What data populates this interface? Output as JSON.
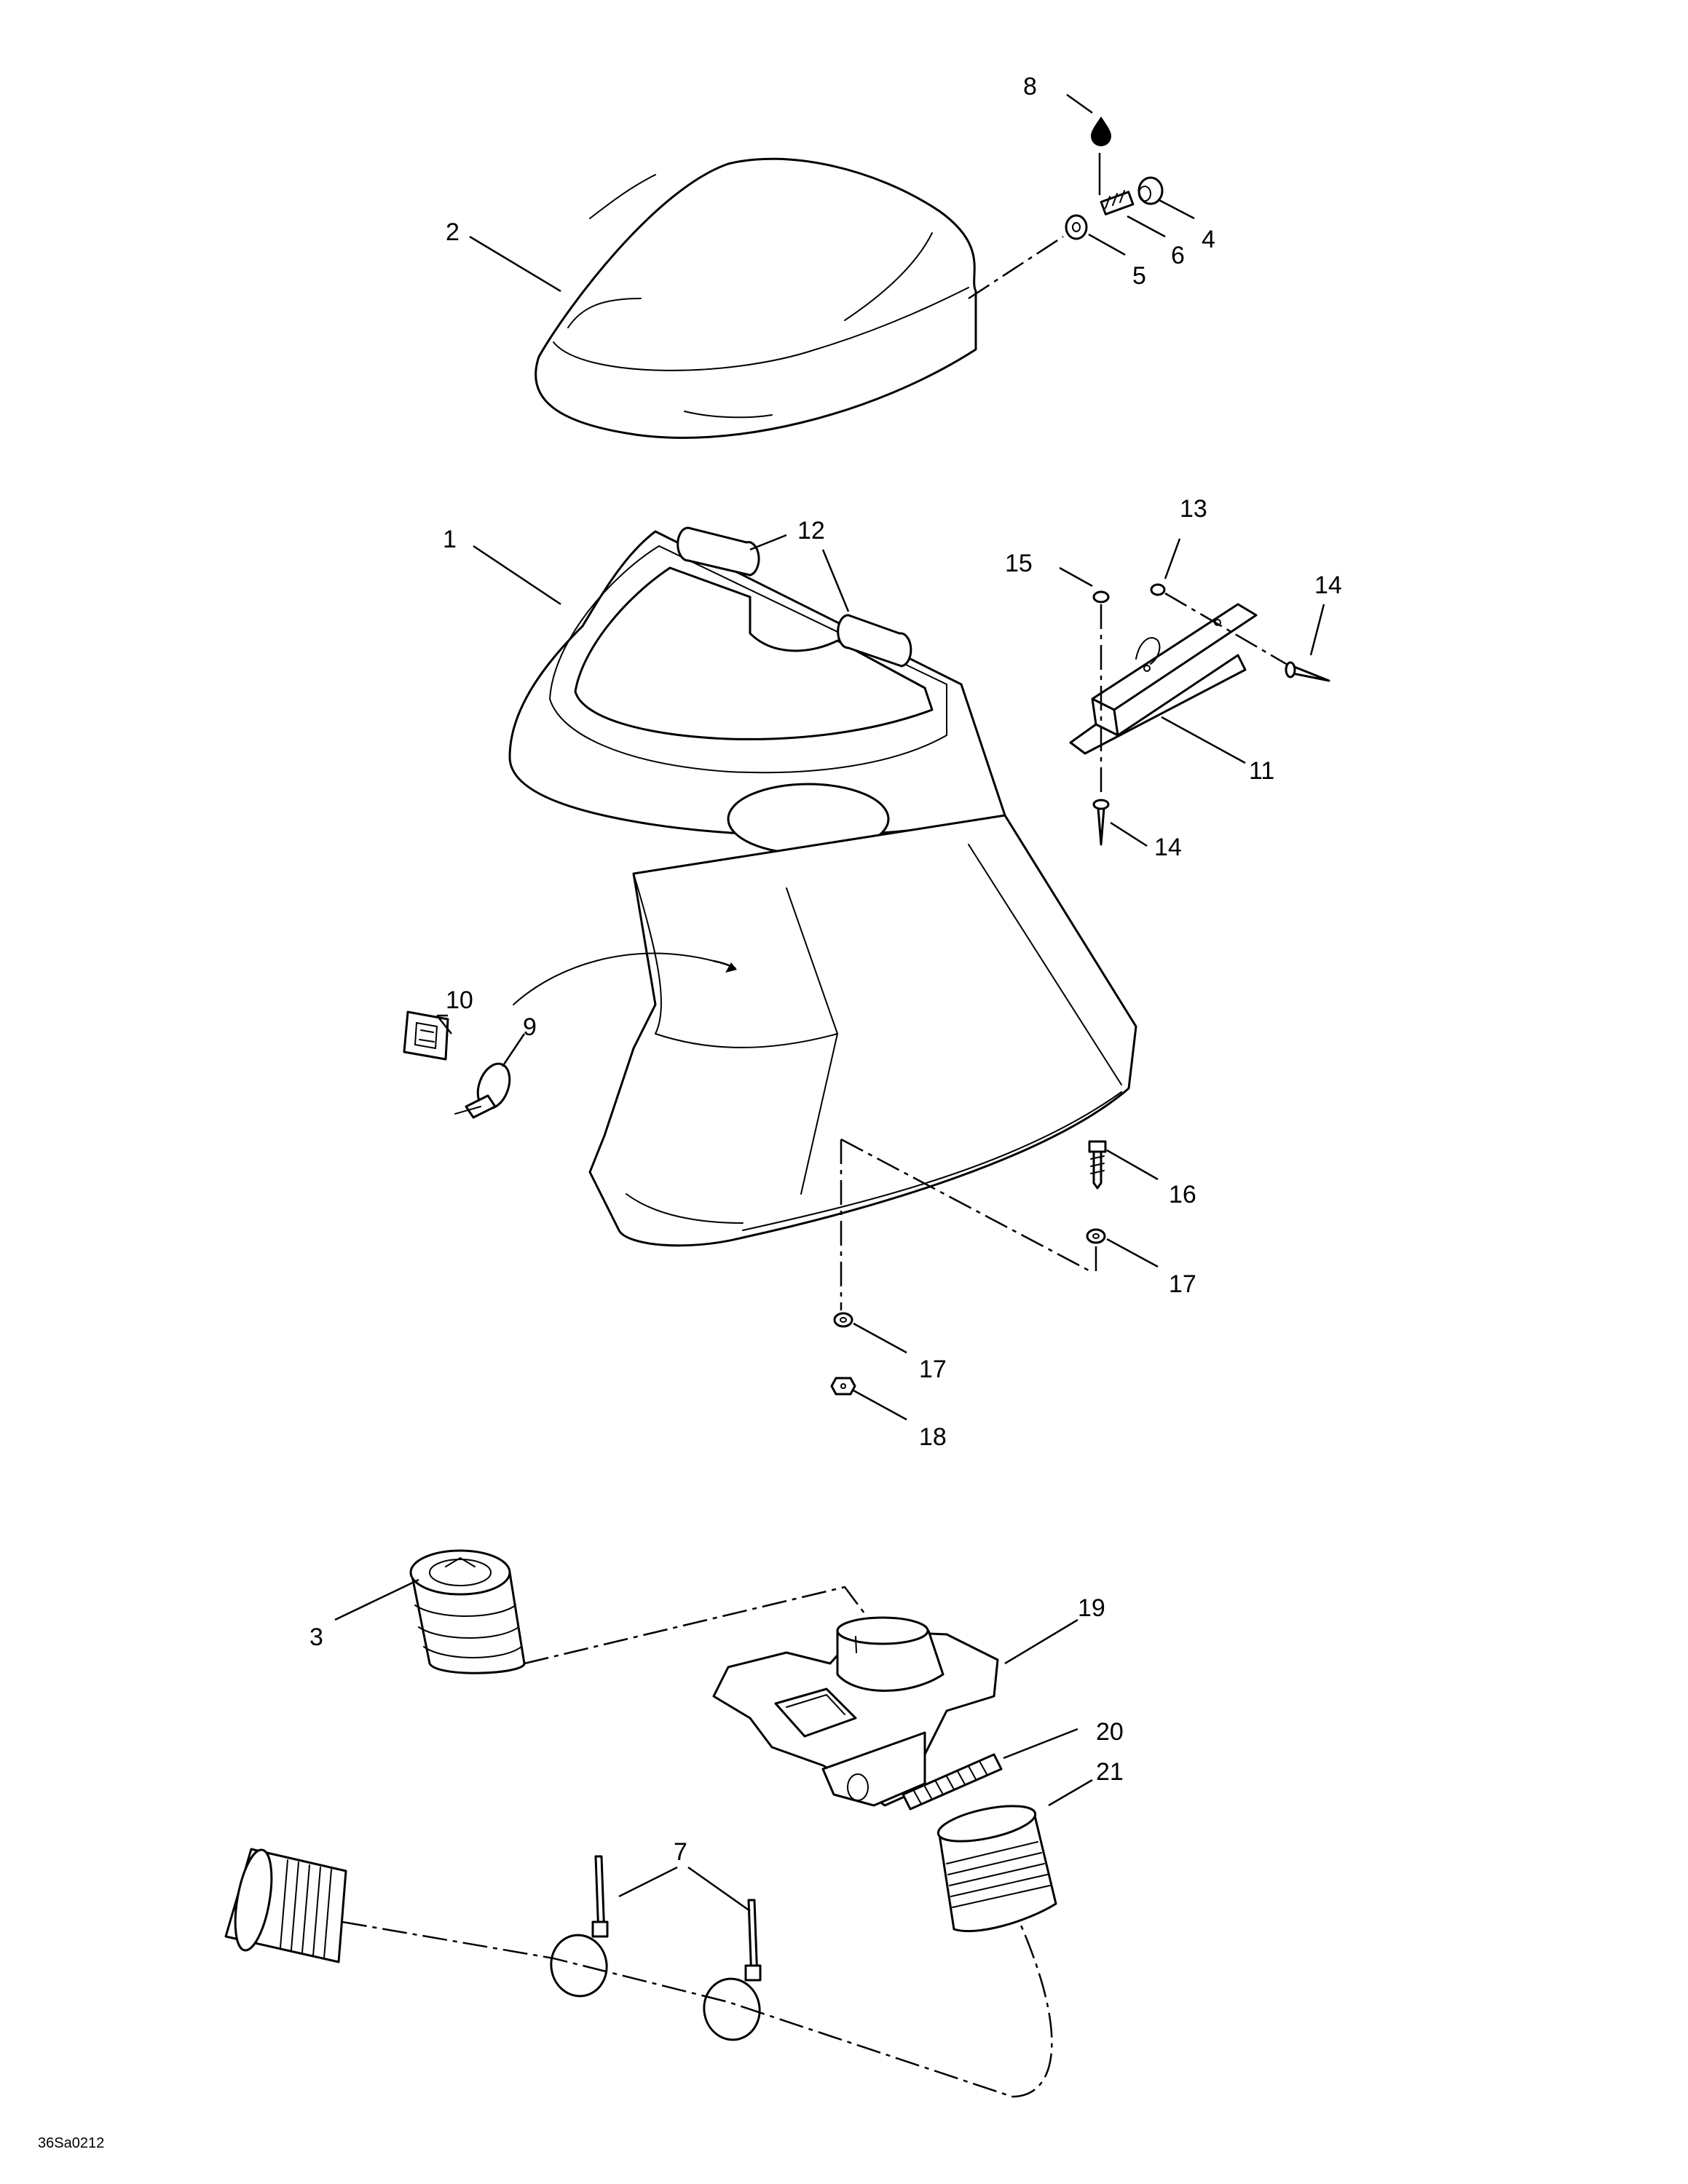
{
  "diagram": {
    "reference_code": "36Sa0212",
    "callouts": {
      "c1": "1",
      "c2": "2",
      "c3": "3",
      "c4": "4",
      "c5": "5",
      "c6": "6",
      "c7": "7",
      "c8": "8",
      "c9": "9",
      "c10": "10",
      "c11": "11",
      "c12": "12",
      "c13": "13",
      "c14a": "14",
      "c14b": "14",
      "c15": "15",
      "c16": "16",
      "c17a": "17",
      "c17b": "17",
      "c18": "18",
      "c19": "19",
      "c20": "20",
      "c21": "21"
    },
    "icons": {
      "sealant": "sealant-drop-icon"
    }
  }
}
